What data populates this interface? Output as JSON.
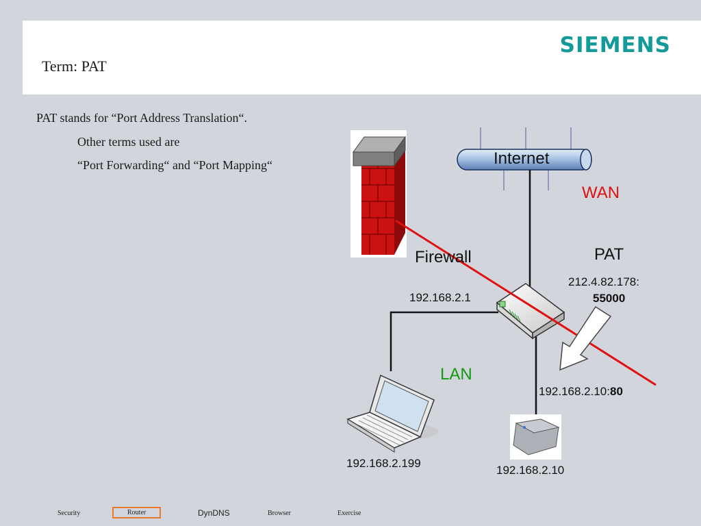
{
  "header": {
    "title": "Term: PAT",
    "logo": "SIEMENS"
  },
  "body": {
    "line1": "PAT stands for “Port Address Translation“.",
    "line2": "Other terms used are",
    "line3": "“Port Forwarding“ and “Port Mapping“"
  },
  "diagram": {
    "internet": "Internet",
    "wan": "WAN",
    "firewall": "Firewall",
    "pat": "PAT",
    "wan_ip": "212.4.82.178:",
    "wan_port": "55000",
    "router_ip": "192.168.2.1",
    "lan": "LAN",
    "target_ip": "192.168.2.10:",
    "target_port": "80",
    "laptop_ip": "192.168.2.199",
    "device_ip": "192.168.2.10",
    "colors": {
      "wan": "#e01010",
      "lan": "#119911",
      "firewall": "#cc1111"
    }
  },
  "footer": {
    "nav": [
      "Security",
      "Router",
      "DynDNS",
      "Browser",
      "Exercise"
    ]
  }
}
